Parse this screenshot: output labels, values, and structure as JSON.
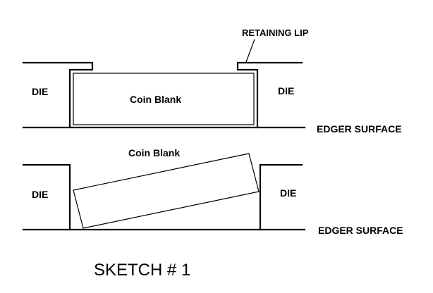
{
  "labels": {
    "retaining_lip": "RETAINING LIP",
    "die_top_left": "DIE",
    "die_top_right": "DIE",
    "coin_blank_top": "Coin Blank",
    "edger_surface_top": "EDGER SURFACE",
    "coin_blank_bottom": "Coin Blank",
    "die_bottom_left": "DIE",
    "die_bottom_right": "DIE",
    "edger_surface_bottom": "EDGER SURFACE"
  },
  "title": "SKETCH # 1"
}
